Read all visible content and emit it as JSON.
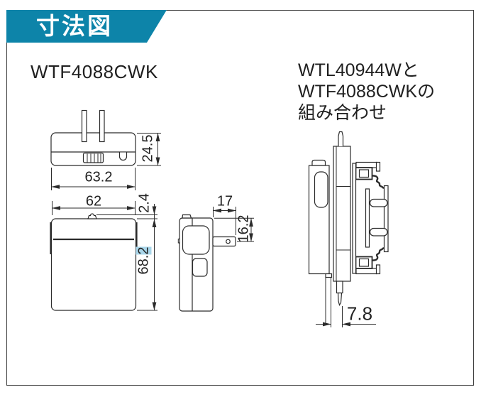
{
  "banner": {
    "title": "寸法図"
  },
  "product_title": "WTF4088CWK",
  "combination_note": "WTL40944Wと\nWTF4088CWKの\n組み合わせ",
  "dimensions": {
    "top_view": {
      "height": "24.5",
      "width": "63.2"
    },
    "front_view": {
      "width": "62",
      "plate_gap": "2.4",
      "height_prefix": "68.",
      "height_suffix": "2"
    },
    "side_view": {
      "blade_length": "17",
      "blade_offset": "16.2"
    },
    "combined_view": {
      "rear_depth": "7.8"
    }
  },
  "colors": {
    "banner_teal": "#0d84a9",
    "highlight_blue": "#a9d6ea",
    "line_dark": "#2b2b2b"
  }
}
